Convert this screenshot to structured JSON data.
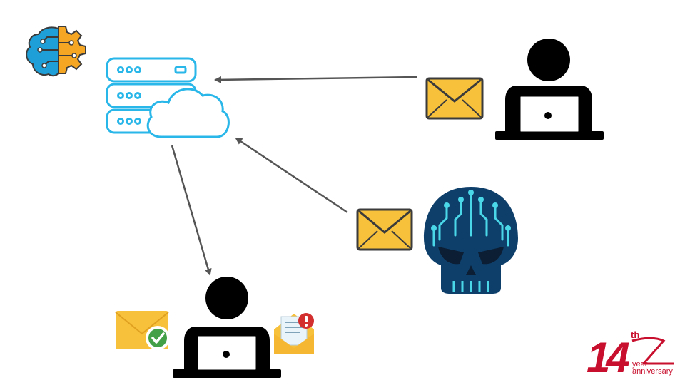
{
  "colors": {
    "server_stroke": "#29b6e8",
    "arrow": "#555555",
    "envelope_fill": "#f7c13c",
    "envelope_stroke": "#3b3b3b",
    "person": "#000000",
    "skull_face": "#0e3f6b",
    "skull_circuit": "#4ad8e8",
    "check_badge": "#43a047",
    "alert_badge": "#d32f2f",
    "brain_left": "#1e9fd8",
    "brain_right": "#f5a623",
    "logo_red": "#c8102e"
  },
  "icons": {
    "ai_brain": "brain-gear-icon",
    "server": "server-cloud-icon",
    "sender": "person-laptop-icon",
    "attacker": "hacker-skull-icon",
    "recipient": "person-laptop-icon",
    "legit_email": "envelope-icon",
    "malicious_email": "envelope-icon",
    "verified_email": "envelope-check-icon",
    "alert_email": "open-envelope-alert-icon"
  },
  "logo": {
    "number": "14",
    "superscript": "th",
    "line1": "year",
    "line2": "anniversary"
  }
}
